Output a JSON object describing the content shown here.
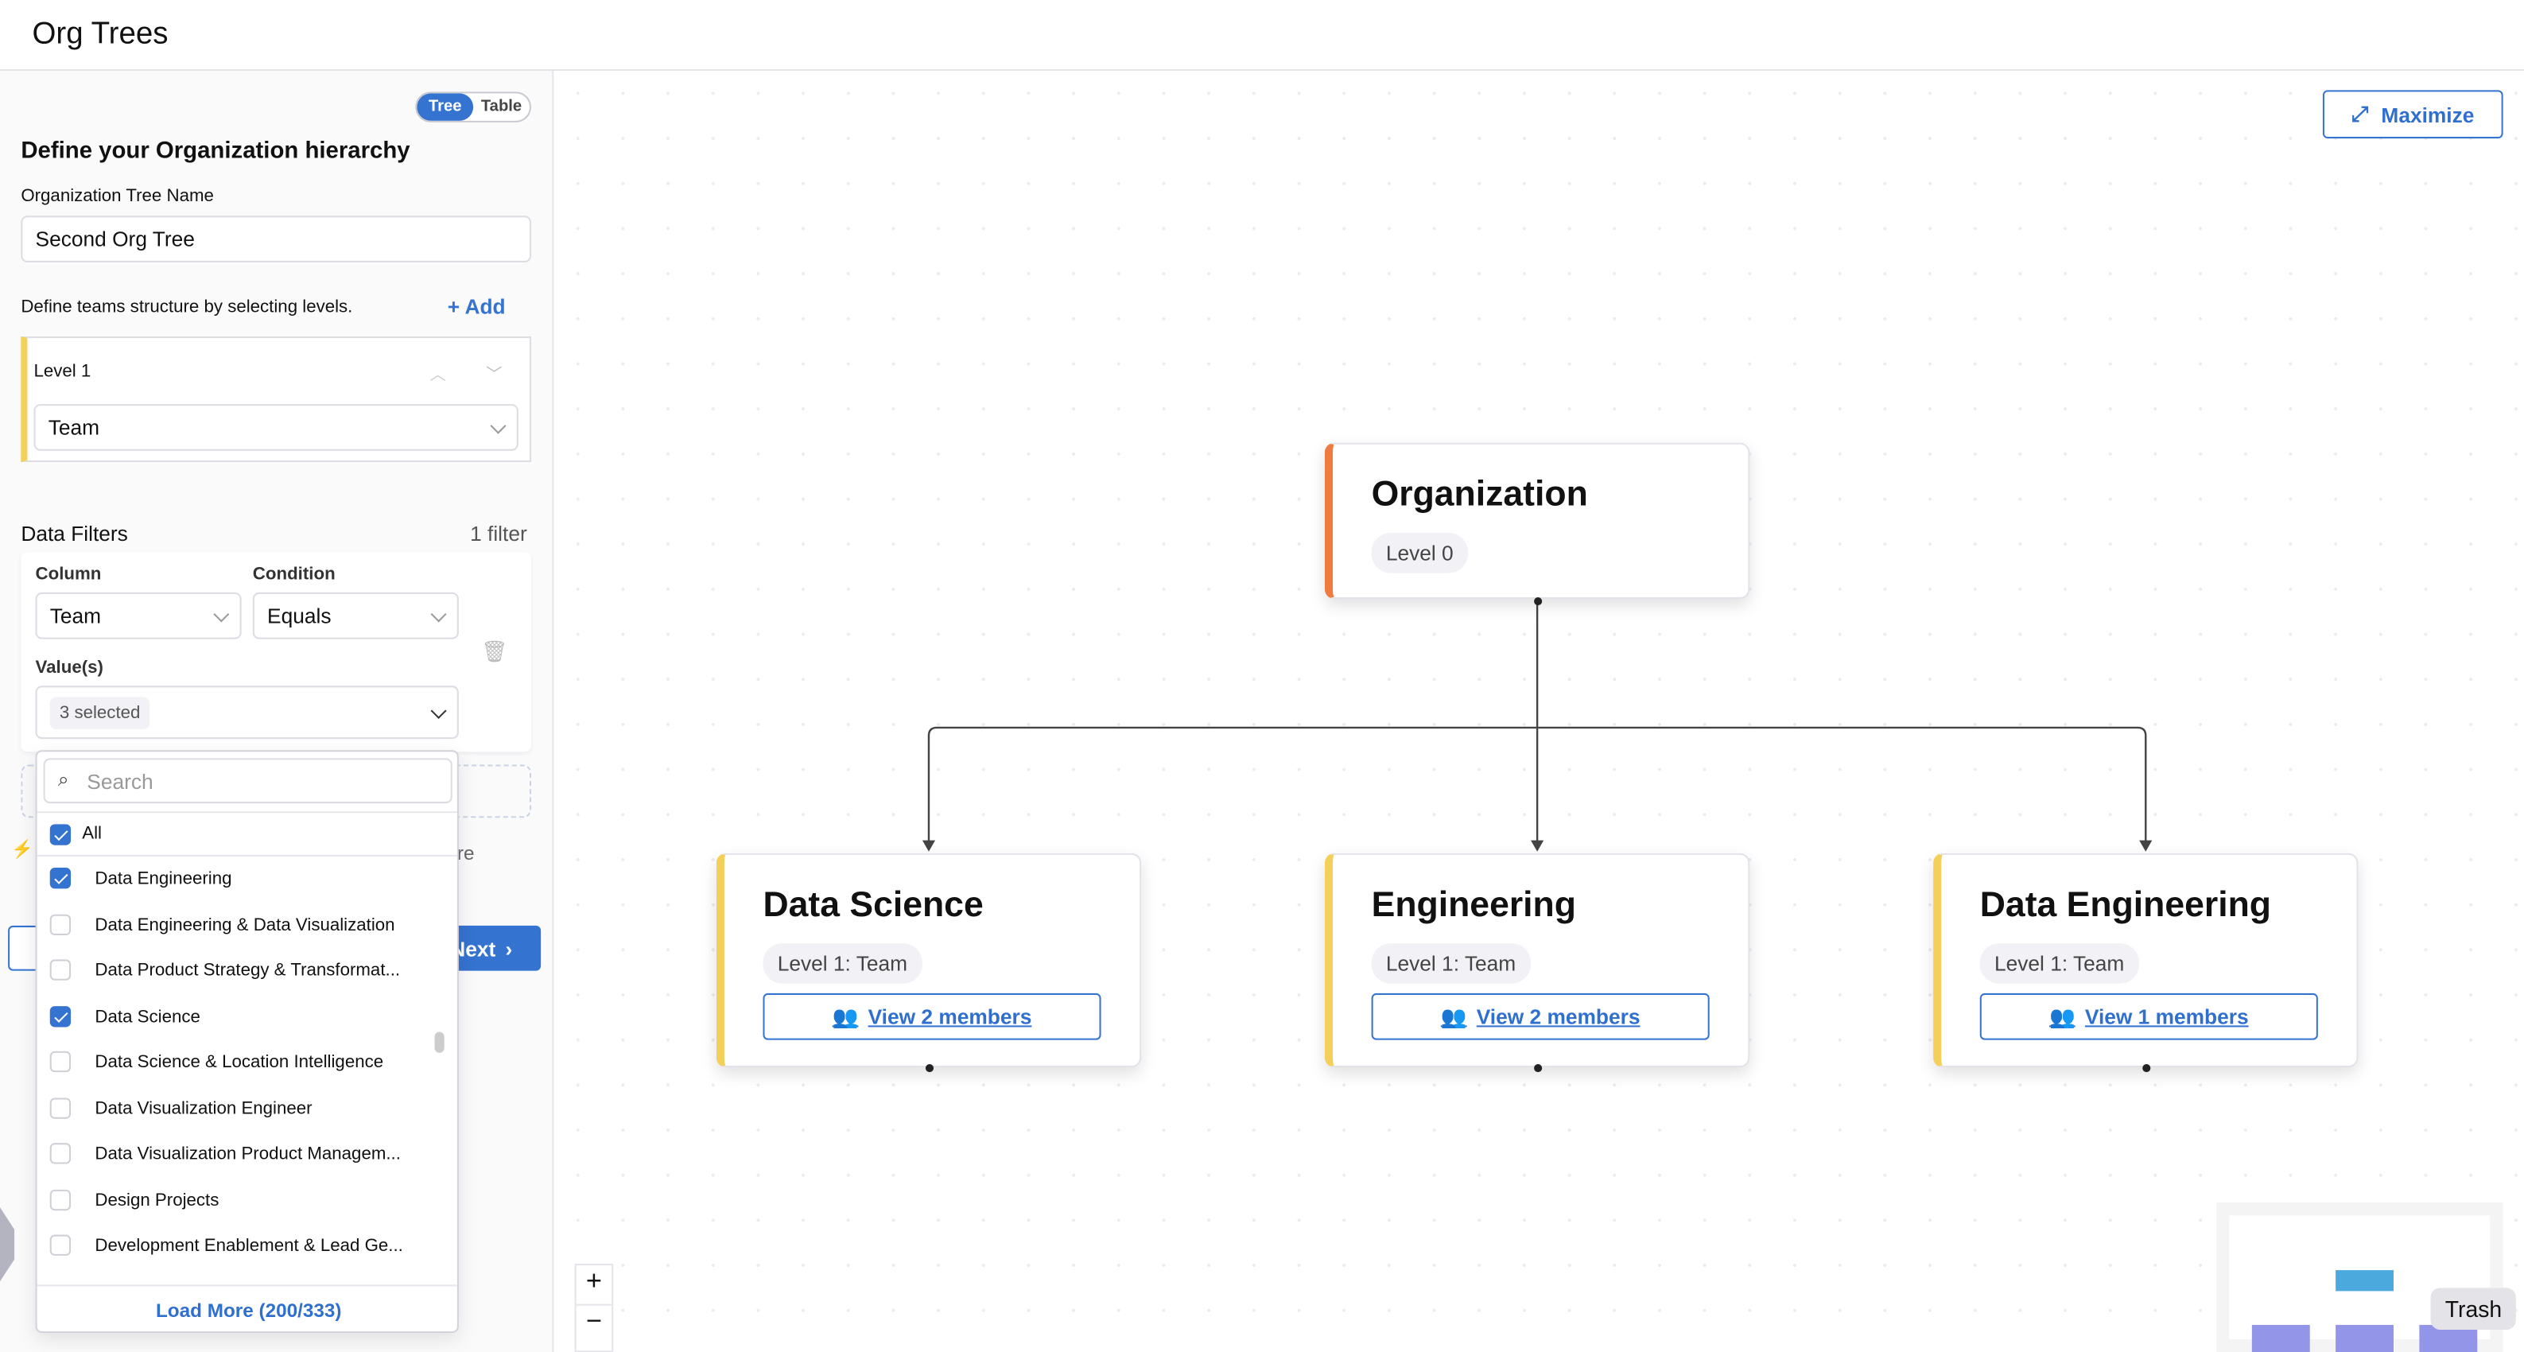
{
  "header": {
    "title": "Org Trees"
  },
  "view_toggle": {
    "tree": "Tree",
    "table": "Table",
    "active": "Tree"
  },
  "form": {
    "heading": "Define your Organization hierarchy",
    "tree_name_label": "Organization Tree Name",
    "tree_name_value": "Second Org Tree",
    "levels_hint": "Define teams structure by selecting levels.",
    "add_label": "Add",
    "levels": [
      {
        "label": "Level 1",
        "value": "Team"
      }
    ],
    "filters_title": "Data Filters",
    "filters_count": "1 filter",
    "filter": {
      "column_label": "Column",
      "column_value": "Team",
      "condition_label": "Condition",
      "condition_value": "Equals",
      "values_label": "Value(s)",
      "values_summary": "3 selected"
    },
    "next_label": "Next",
    "partial_text": "re"
  },
  "dropdown": {
    "search_placeholder": "Search",
    "all_label": "All",
    "options": [
      {
        "label": "Data Engineering",
        "checked": true
      },
      {
        "label": "Data Engineering & Data Visualization",
        "checked": false
      },
      {
        "label": "Data Product Strategy & Transformat...",
        "checked": false
      },
      {
        "label": "Data Science",
        "checked": true
      },
      {
        "label": "Data Science & Location Intelligence",
        "checked": false
      },
      {
        "label": "Data Visualization Engineer",
        "checked": false
      },
      {
        "label": "Data Visualization Product Managem...",
        "checked": false
      },
      {
        "label": "Design Projects",
        "checked": false
      },
      {
        "label": "Development Enablement & Lead Ge...",
        "checked": false
      }
    ],
    "load_more": "Load More (200/333)"
  },
  "canvas": {
    "maximize_label": "Maximize",
    "root": {
      "title": "Organization",
      "level": "Level 0",
      "accent": "#f07b3f"
    },
    "children": [
      {
        "title": "Data Science",
        "level": "Level 1: Team",
        "members": "View 2 members"
      },
      {
        "title": "Engineering",
        "level": "Level 1: Team",
        "members": "View 2 members"
      },
      {
        "title": "Data Engineering",
        "level": "Level 1: Team",
        "members": "View 1 members"
      }
    ],
    "child_accent": "#f4cf5a",
    "zoom_in": "+",
    "zoom_out": "−",
    "tooltip": "Trash"
  },
  "colors": {
    "primary": "#3573d1"
  }
}
